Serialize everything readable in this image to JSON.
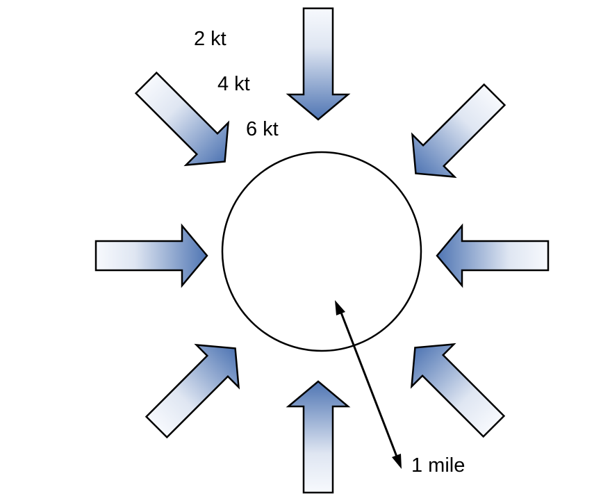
{
  "speed_labels": {
    "s2": "2 kt",
    "s4": "4 kt",
    "s6": "6 kt"
  },
  "radius_label": "1 mile",
  "colors": {
    "arrow_fill_tail": "#f7f9fd",
    "arrow_fill_head": "#4f75b3",
    "outline": "#000000"
  },
  "arrows": {
    "count": 8,
    "direction": "inward toward circle"
  }
}
